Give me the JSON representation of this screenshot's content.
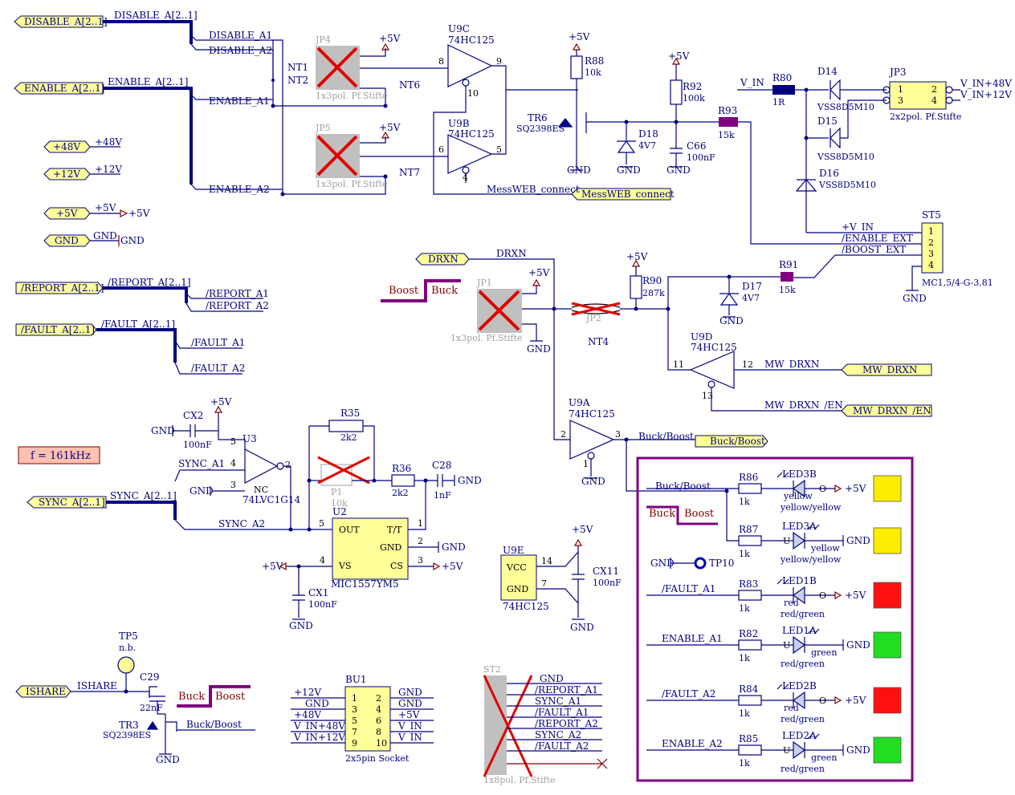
{
  "ports_left": {
    "disable_a": "DISABLE_A[2..1]",
    "enable_a": "ENABLE_A[2..1]",
    "p48v": "+48V",
    "p12v": "+12V",
    "p5v": "+5V",
    "gnd": "GND",
    "report_a": "/REPORT_A[2..1]",
    "fault_a": "/FAULT_A[2..1]",
    "sync_a": "SYNC_A[2..1]",
    "drxn": "DRXN",
    "ishare": "ISHARE"
  },
  "ports_right": {
    "messweb": "MessWEB_connect",
    "mw_drxn": "MW_DRXN",
    "mw_drxn_en": "MW_DRXN_/EN",
    "buck_boost": "Buck/Boost"
  },
  "nets": {
    "disable_a_bus": "DISABLE_A[2..1]",
    "disable_a1": "DISABLE_A1",
    "disable_a2": "DISABLE_A2",
    "enable_a_bus": "ENABLE_A[2..1]",
    "enable_a1": "ENABLE_A1",
    "enable_a2": "ENABLE_A2",
    "nt1": "NT1",
    "nt2": "NT2",
    "nt6": "NT6",
    "nt7": "NT7",
    "nt4": "NT4",
    "n48v": "+48V",
    "n12v": "+12V",
    "n5v": "+5V",
    "n5v_arrow": "+5V",
    "ngnd": "GND",
    "report_bus": "/REPORT_A[2..1]",
    "report_a1": "/REPORT_A1",
    "report_a2": "/REPORT_A2",
    "fault_bus": "/FAULT_A[2..1]",
    "fault_a1": "/FAULT_A1",
    "fault_a2": "/FAULT_A2",
    "messweb": "MessWEB_connect",
    "v_in": "V_IN",
    "v_in48": "V_IN+48V",
    "v_in12": "V_IN+12V",
    "plus_v_in": "+V_IN",
    "enable_ext": "/ENABLE_EXT",
    "boost_ext": "/BOOST_EXT",
    "drxn": "DRXN",
    "mw_drxn": "MW_DRXN",
    "mw_drxn_en": "MW_DRXN_/EN",
    "buck_boost": "Buck/Boost",
    "buck_boost2": "Buck/Boost",
    "buck_boost3": "Buck/Boost",
    "sync_a1": "SYNC_A1",
    "sync_a_bus": "SYNC_A[2..1]",
    "sync_a2": "SYNC_A2",
    "ishare": "ISHARE",
    "fault_a1_led": "/FAULT_A1",
    "enable_a1_led": "ENABLE_A1",
    "fault_a2_led": "/FAULT_A2",
    "enable_a2_led": "ENABLE_A2"
  },
  "jumpers": {
    "jp4": "JP4",
    "jp4_desc": "1x3pol. Pf.Stifte",
    "jp5": "JP5",
    "jp5_desc": "1x3pol. Pf.Stifte",
    "jp1": "JP1",
    "jp1_desc": "1x3pol. Pf.Stifte",
    "jp2": "JP2",
    "jp3": "JP3",
    "jp3_desc": "2x2pol. Pf.Stifte",
    "st2": "ST2",
    "st2_desc": "1x8pol. Pf.Stifte",
    "st5": "ST5",
    "st5_desc": "MC1,5/4-G-3,81"
  },
  "gates": {
    "u9c": "U9C",
    "u9c_type": "74HC125",
    "u9b": "U9B",
    "u9b_type": "74HC125",
    "u9d": "U9D",
    "u9d_type": "74HC125",
    "u9a": "U9A",
    "u9a_type": "74HC125",
    "u9e": "U9E",
    "u9e_type": "74HC125",
    "u3": "U3",
    "u3_type": "74LVC1G14",
    "u2": "U2",
    "u2_type": "MIC1557YM5"
  },
  "components": {
    "r88": "R88",
    "r88_val": "10k",
    "r92": "R92",
    "r92_val": "100k",
    "r93": "R93",
    "r93_val": "15k",
    "r80": "R80",
    "r80_val": "1R",
    "r90": "R90",
    "r90_val": "287k",
    "r91": "R91",
    "r91_val": "15k",
    "r35": "R35",
    "r35_val": "2k2",
    "r36": "R36",
    "r36_val": "2k2",
    "p1": "P1",
    "p1_val": "10k",
    "tr6": "TR6",
    "tr6_type": "SQ2398ES",
    "tr3": "TR3",
    "tr3_type": "SQ2398ES",
    "d18": "D18",
    "d18_val": "4V7",
    "d17": "D17",
    "d17_val": "4V7",
    "d14": "D14",
    "d14_type": "VSS8D5M10",
    "d15": "D15",
    "d15_type": "VSS8D5M10",
    "d16": "D16",
    "d16_type": "VSS8D5M10",
    "c66": "C66",
    "c66_val": "100nF",
    "cx2": "CX2",
    "cx2_val": "100nF",
    "c28": "C28",
    "c28_val": "1nF",
    "cx1": "CX1",
    "cx1_val": "100nF",
    "cx11": "CX11",
    "cx11_val": "100nF",
    "c29": "C29",
    "c29_val": "22nF",
    "tp5": "TP5",
    "tp5_val": "n.b.",
    "tp10": "TP10",
    "bu1": "BU1",
    "bu1_desc": "2x5pin Socket"
  },
  "u2_pins": {
    "out": "OUT",
    "tt": "T/T",
    "gnd": "GND",
    "vs": "VS",
    "cs": "CS"
  },
  "u9e_pins": {
    "vcc": "VCC",
    "gnd": "GND"
  },
  "frequency_label": "f = 161kHz",
  "buck_boost_labels": {
    "buck": "Buck",
    "boost": "Boost"
  },
  "leds": [
    {
      "r": "R86",
      "rv": "1k",
      "led": "LED3B",
      "color": "yellow",
      "pair": "yellow/yellow",
      "pin": "O",
      "rail": "+5V",
      "net": "Buck/Boost",
      "swatch": "#ffee00"
    },
    {
      "r": "R87",
      "rv": "1k",
      "led": "LED3A",
      "color": "yellow",
      "pair": "yellow/yellow",
      "pin": "U",
      "rail": "GND",
      "net": "",
      "swatch": "#ffee00"
    },
    {
      "r": "R83",
      "rv": "1k",
      "led": "LED1B",
      "color": "red",
      "pair": "red/green",
      "pin": "O",
      "rail": "+5V",
      "net": "/FAULT_A1",
      "swatch": "#ff1010"
    },
    {
      "r": "R82",
      "rv": "1k",
      "led": "LED1A",
      "color": "green",
      "pair": "red/green",
      "pin": "U",
      "rail": "GND",
      "net": "ENABLE_A1",
      "swatch": "#22dd22"
    },
    {
      "r": "R84",
      "rv": "1k",
      "led": "LED2B",
      "color": "red",
      "pair": "red/green",
      "pin": "O",
      "rail": "+5V",
      "net": "/FAULT_A2",
      "swatch": "#ff1010"
    },
    {
      "r": "R85",
      "rv": "1k",
      "led": "LED2A",
      "color": "green",
      "pair": "red/green",
      "pin": "U",
      "rail": "GND",
      "net": "ENABLE_A2",
      "swatch": "#22dd22"
    }
  ],
  "st2_nets": [
    "GND",
    "/REPORT_A1",
    "SYNC_A1",
    "/FAULT_A1",
    "/REPORT_A2",
    "SYNC_A2",
    "/FAULT_A2"
  ],
  "bu1_left": [
    "+12V",
    "GND",
    "+48V",
    "V_IN+48V",
    "V_IN+12V"
  ],
  "bu1_right": [
    "GND",
    "GND",
    "+5V",
    "V_IN",
    "V_IN"
  ],
  "bu1_pin_left": [
    "1",
    "3",
    "5",
    "7",
    "9"
  ],
  "bu1_pin_right": [
    "2",
    "4",
    "6",
    "8",
    "10"
  ],
  "st5_pins": [
    "1",
    "2",
    "3",
    "4"
  ],
  "jp3_pins": [
    "1",
    "2",
    "3",
    "4"
  ],
  "power": {
    "p5v": "+5V",
    "gnd": "GND"
  },
  "gate_pins": {
    "u9c_in": "8",
    "u9c_out": "9",
    "u9c_en": "10",
    "u9b_in": "6",
    "u9b_out": "5",
    "u9b_en": "4",
    "u9d_in": "11",
    "u9d_out": "12",
    "u9d_en": "13",
    "u9a_in": "2",
    "u9a_out": "3",
    "u9a_en": "1",
    "u9e_vcc": "14",
    "u9e_gnd": "7",
    "u3_in": "4",
    "u3_out": "2",
    "u3_vcc": "5",
    "u3_gnd": "3",
    "u3_nc": "NC",
    "u2_out": "5",
    "u2_tt": "1",
    "u2_gnd": "2",
    "u2_vs": "4",
    "u2_cs": "3"
  },
  "colors": {
    "wire": "#000080",
    "bus": "#000080",
    "port_fill": "#ffff99",
    "cross": "#e00000",
    "frame": "#800080",
    "freq_fill": "#ffc0b0"
  }
}
